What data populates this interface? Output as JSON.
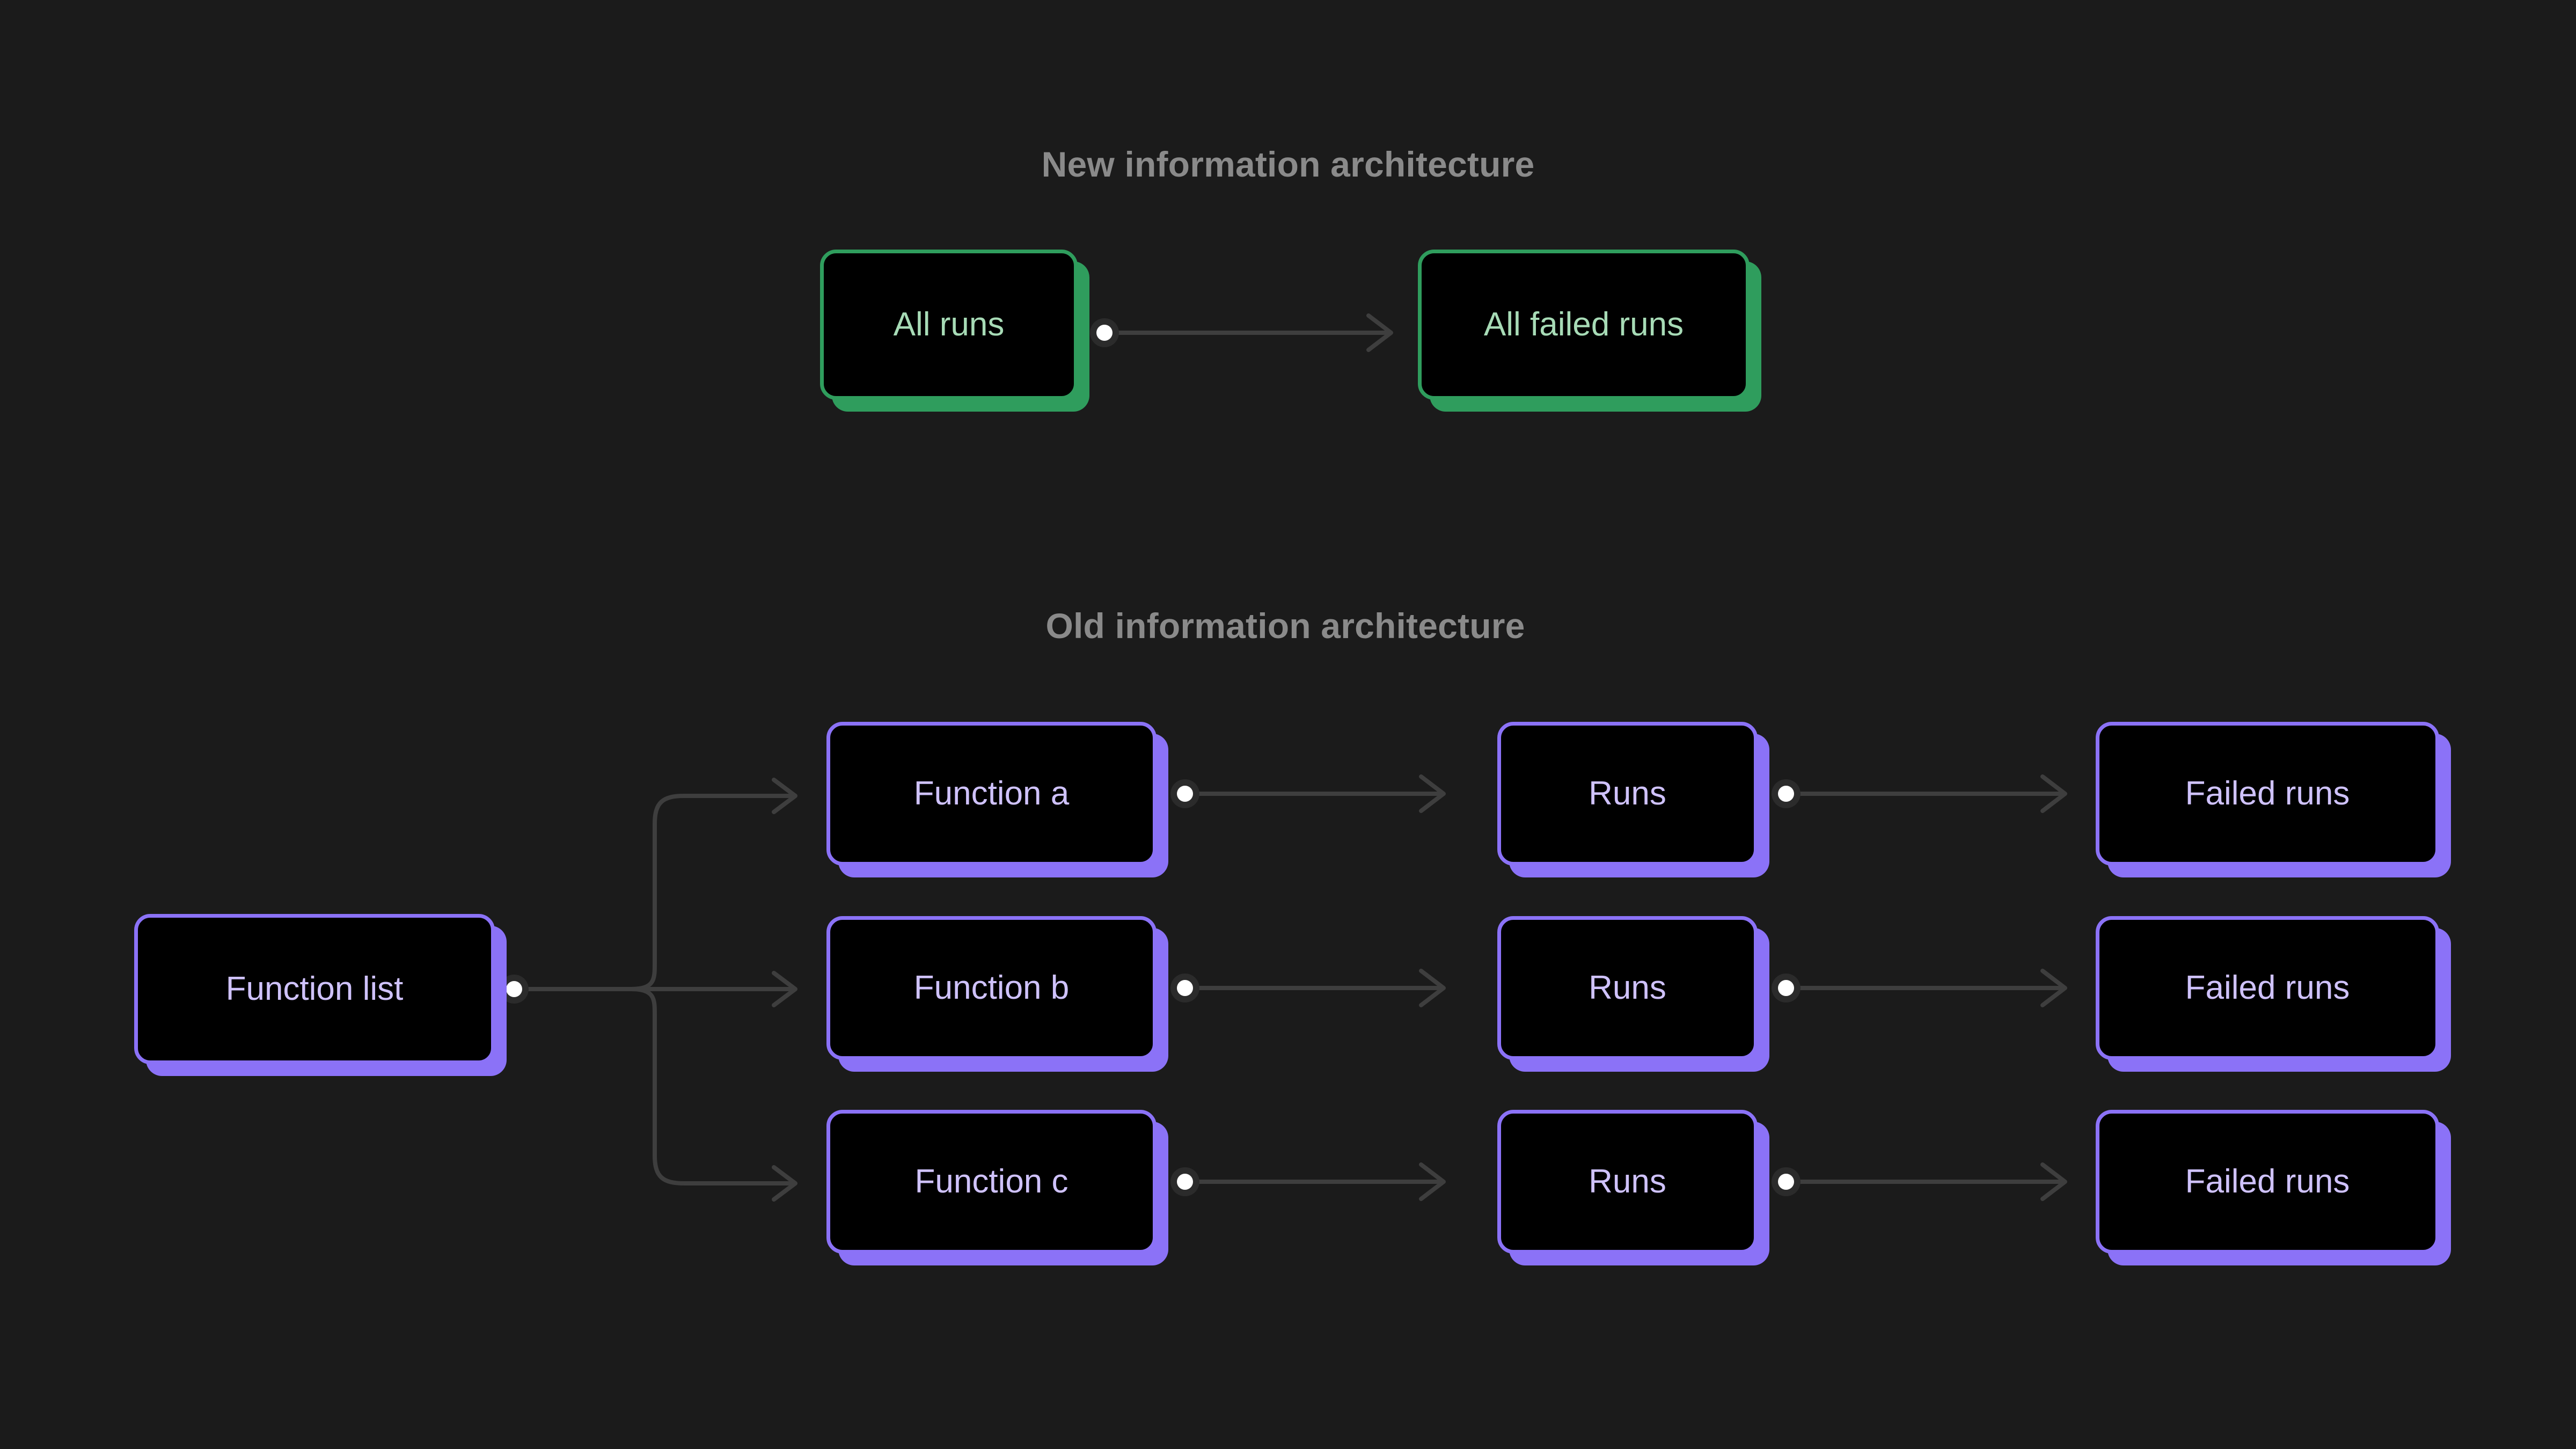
{
  "background_color": "#1b1b1b",
  "palette": {
    "green_border": "#2f9d5d",
    "green_text": "#a7dbb6",
    "purple_border": "#8b72f7",
    "purple_text": "#cfc2fd",
    "connector_line": "#3e3e3e",
    "connector_dot": "#ffffff",
    "title_text": "#8a8a8a",
    "node_fill": "#000000"
  },
  "sections": {
    "new": {
      "title": "New information architecture",
      "nodes": [
        {
          "id": "all-runs",
          "label": "All runs"
        },
        {
          "id": "all-failed-runs",
          "label": "All failed runs"
        }
      ]
    },
    "old": {
      "title": "Old information architecture",
      "nodes": [
        {
          "id": "function-list",
          "label": "Function list"
        },
        {
          "id": "function-a",
          "label": "Function a"
        },
        {
          "id": "function-b",
          "label": "Function b"
        },
        {
          "id": "function-c",
          "label": "Function c"
        },
        {
          "id": "runs-a",
          "label": "Runs"
        },
        {
          "id": "runs-b",
          "label": "Runs"
        },
        {
          "id": "runs-c",
          "label": "Runs"
        },
        {
          "id": "failed-runs-a",
          "label": "Failed runs"
        },
        {
          "id": "failed-runs-b",
          "label": "Failed runs"
        },
        {
          "id": "failed-runs-c",
          "label": "Failed runs"
        }
      ]
    }
  }
}
